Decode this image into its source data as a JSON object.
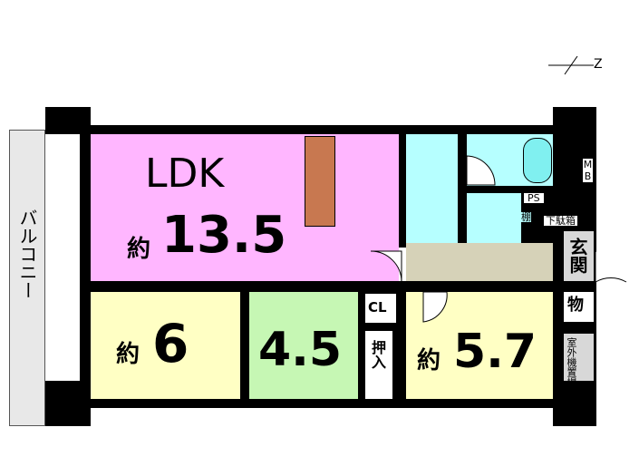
{
  "colors": {
    "ldk": "#ffb6ff",
    "western": "#ffffc4",
    "japanese": "#c6f7b4",
    "wet": "#b6ffff",
    "hall": "#d6d2b8",
    "entry": "#d8d8d8",
    "balcony": "#e8e8e8"
  },
  "north": {
    "label": "Z"
  },
  "rooms": {
    "ldk": {
      "name": "LDK",
      "prefix": "約",
      "size": "13.5"
    },
    "western1": {
      "prefix": "約",
      "size": "6"
    },
    "japanese": {
      "size": "4.5"
    },
    "western2": {
      "prefix": "約",
      "size": "5.7"
    }
  },
  "labels": {
    "balcony": "バルコニー",
    "closet": "CL",
    "oshiire": "押入",
    "entrance": "玄関",
    "storage": "物",
    "outdoor_unit": "室外機置場",
    "mb": "MB",
    "ps": "PS",
    "shoebox": "下駄箱",
    "shelf": "棚"
  }
}
